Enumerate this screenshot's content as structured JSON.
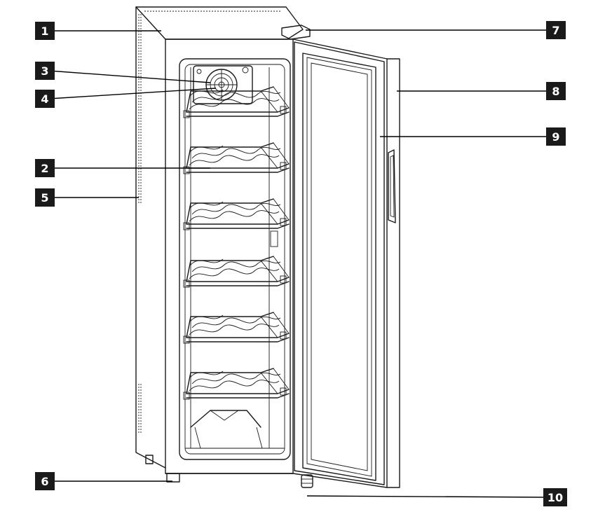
{
  "callouts": [
    {
      "id": "1",
      "label": "1",
      "part": "cabinet-top"
    },
    {
      "id": "2",
      "label": "2",
      "part": "wine-shelf"
    },
    {
      "id": "3",
      "label": "3",
      "part": "fan-cover"
    },
    {
      "id": "4",
      "label": "4",
      "part": "fan"
    },
    {
      "id": "5",
      "label": "5",
      "part": "side-vent"
    },
    {
      "id": "6",
      "label": "6",
      "part": "adjustable-foot"
    },
    {
      "id": "7",
      "label": "7",
      "part": "control-panel"
    },
    {
      "id": "8",
      "label": "8",
      "part": "door-frame"
    },
    {
      "id": "9",
      "label": "9",
      "part": "glass-door"
    },
    {
      "id": "10",
      "label": "10",
      "part": "door-hinge"
    }
  ],
  "colors": {
    "line": "#1a1a1a",
    "badge": "#1a1a1a",
    "badge_text": "#ffffff",
    "background": "#ffffff"
  }
}
